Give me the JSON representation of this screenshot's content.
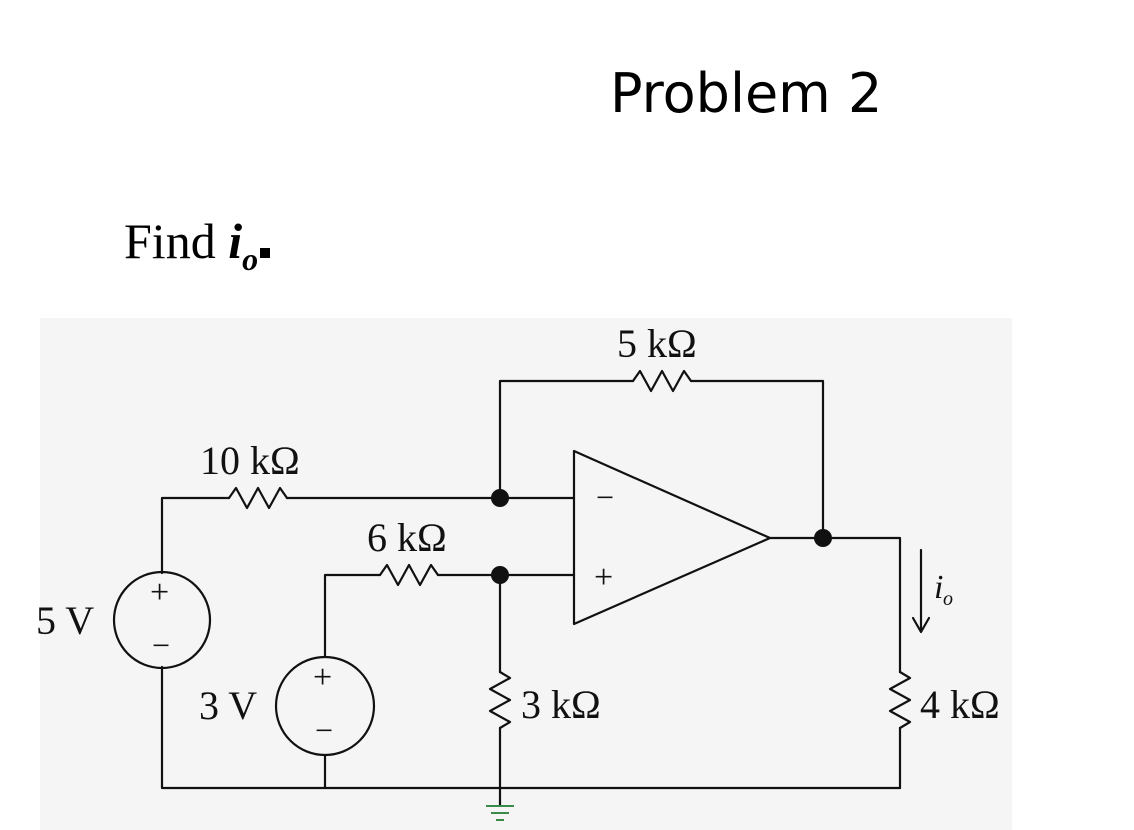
{
  "page": {
    "title": "Problem 2",
    "prompt_prefix": "Find",
    "prompt_var": "i",
    "prompt_sub": "o"
  },
  "circuit": {
    "labels": {
      "r_feedback": "5 kΩ",
      "r_input_inv": "10 kΩ",
      "r_input_noninv": "6 kΩ",
      "r_ground": "3 kΩ",
      "r_load": "4 kΩ",
      "v1": "5 V",
      "v2": "3 V",
      "current_var": "i",
      "current_sub": "o",
      "opamp_minus": "−",
      "opamp_plus": "+",
      "source_plus": "+",
      "source_minus": "−"
    }
  }
}
